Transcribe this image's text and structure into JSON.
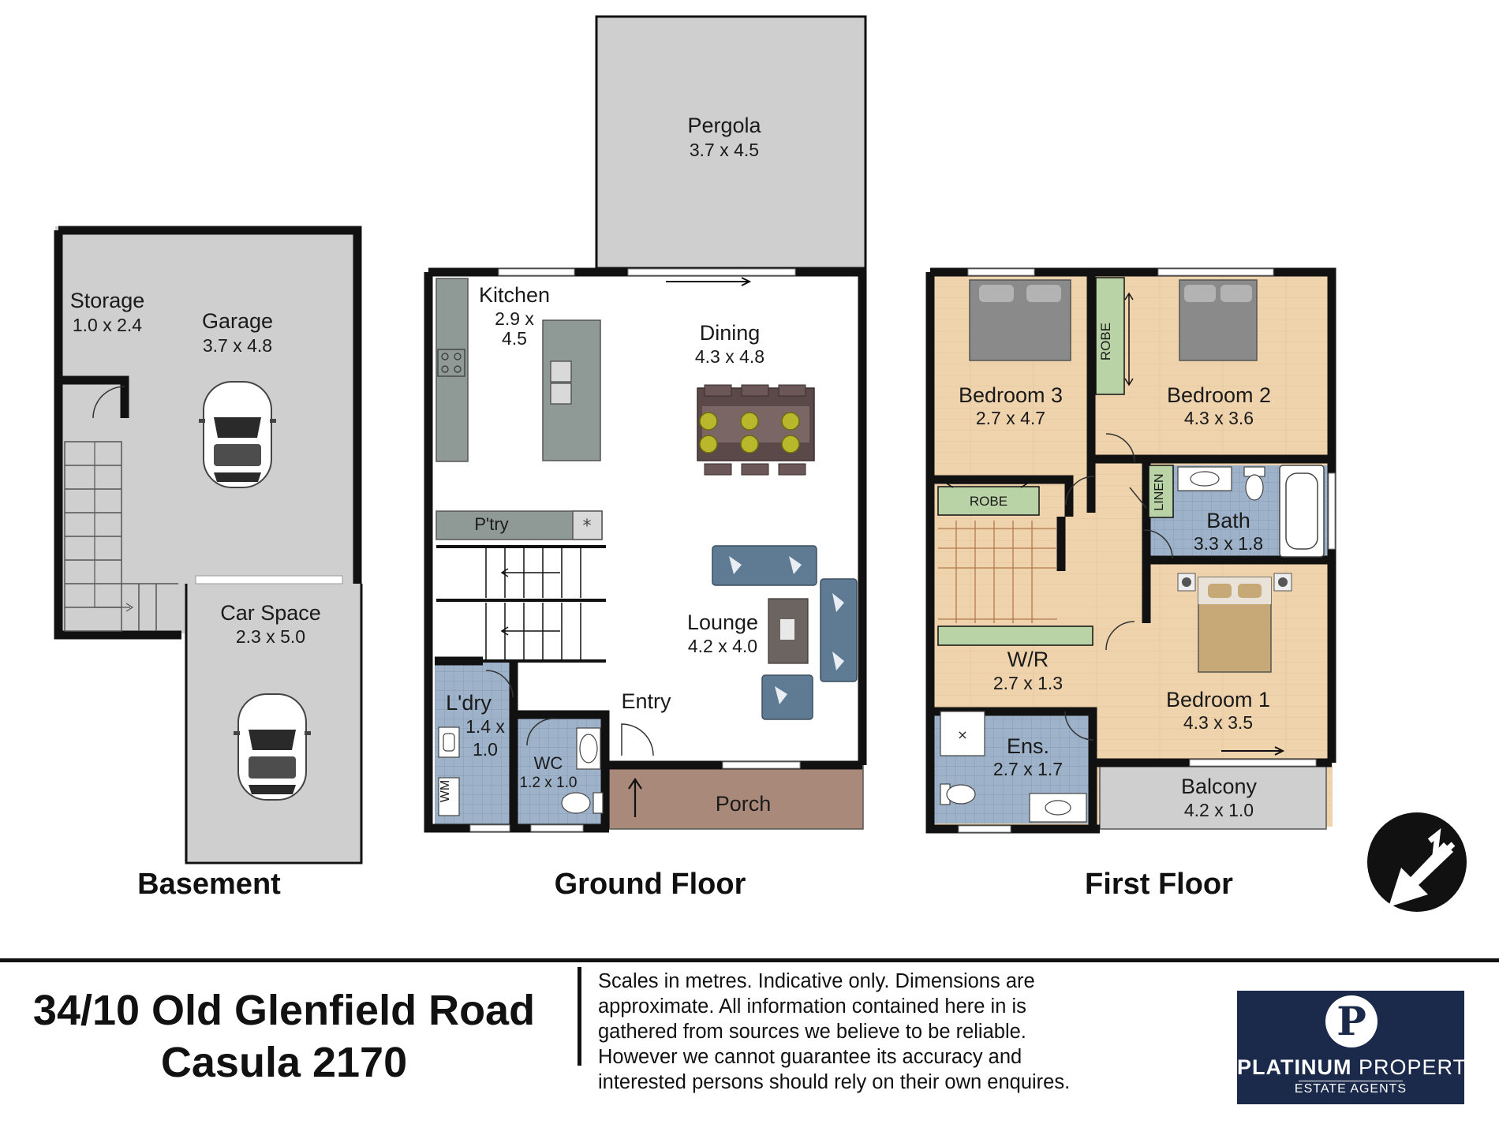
{
  "floors": {
    "basement": "Basement",
    "ground": "Ground Floor",
    "first": "First Floor"
  },
  "rooms": {
    "storage": {
      "name": "Storage",
      "dim": "1.0 x 2.4"
    },
    "garage": {
      "name": "Garage",
      "dim": "3.7 x 4.8"
    },
    "car_space": {
      "name": "Car Space",
      "dim": "2.3 x 5.0"
    },
    "pergola": {
      "name": "Pergola",
      "dim": "3.7 x 4.5"
    },
    "kitchen": {
      "name": "Kitchen",
      "dim1": "2.9 x",
      "dim2": "4.5"
    },
    "dining": {
      "name": "Dining",
      "dim": "4.3 x 4.8"
    },
    "pantry": {
      "name": "P'try"
    },
    "lounge": {
      "name": "Lounge",
      "dim": "4.2 x 4.0"
    },
    "laundry": {
      "name": "L'dry",
      "dim1": "1.4 x",
      "dim2": "1.0",
      "wm": "WM"
    },
    "wc": {
      "name": "WC",
      "dim": "1.2 x 1.0"
    },
    "entry": {
      "name": "Entry"
    },
    "porch": {
      "name": "Porch"
    },
    "bedroom3": {
      "name": "Bedroom 3",
      "dim": "2.7 x 4.7"
    },
    "bedroom2": {
      "name": "Bedroom 2",
      "dim": "4.3 x 3.6"
    },
    "robe_a": {
      "name": "ROBE"
    },
    "robe_b": {
      "name": "ROBE"
    },
    "linen": {
      "name": "LINEN"
    },
    "bath": {
      "name": "Bath",
      "dim": "3.3 x 1.8"
    },
    "wr": {
      "name": "W/R",
      "dim": "2.7 x 1.3"
    },
    "bedroom1": {
      "name": "Bedroom 1",
      "dim": "4.3 x 3.5"
    },
    "ensuite": {
      "name": "Ens.",
      "dim": "2.7 x 1.7"
    },
    "balcony": {
      "name": "Balcony",
      "dim": "4.2 x 1.0"
    }
  },
  "footer": {
    "address_line1": "34/10 Old Glenfield Road",
    "address_line2": "Casula 2170",
    "disclaimer_lines": [
      "Scales in metres. Indicative only. Dimensions are",
      "approximate. All information contained here in is",
      "gathered from sources we believe to be reliable.",
      "However we cannot guarantee its accuracy and",
      "interested persons should rely on their own enquires."
    ]
  },
  "logo": {
    "letter": "P",
    "name_bold": "PLATINUM",
    "name_light": " PROPERTY",
    "sub": "ESTATE AGENTS"
  },
  "colors": {
    "wall": "#111111",
    "floor_grey": "#cfcfcf",
    "floor_wood": "#efd3ac",
    "tile_blue": "#9eb3c9",
    "porch": "#a8897a",
    "robe_green": "#b9d3a6",
    "bench": "#8f9a96",
    "brand_navy": "#1b2a4a"
  }
}
